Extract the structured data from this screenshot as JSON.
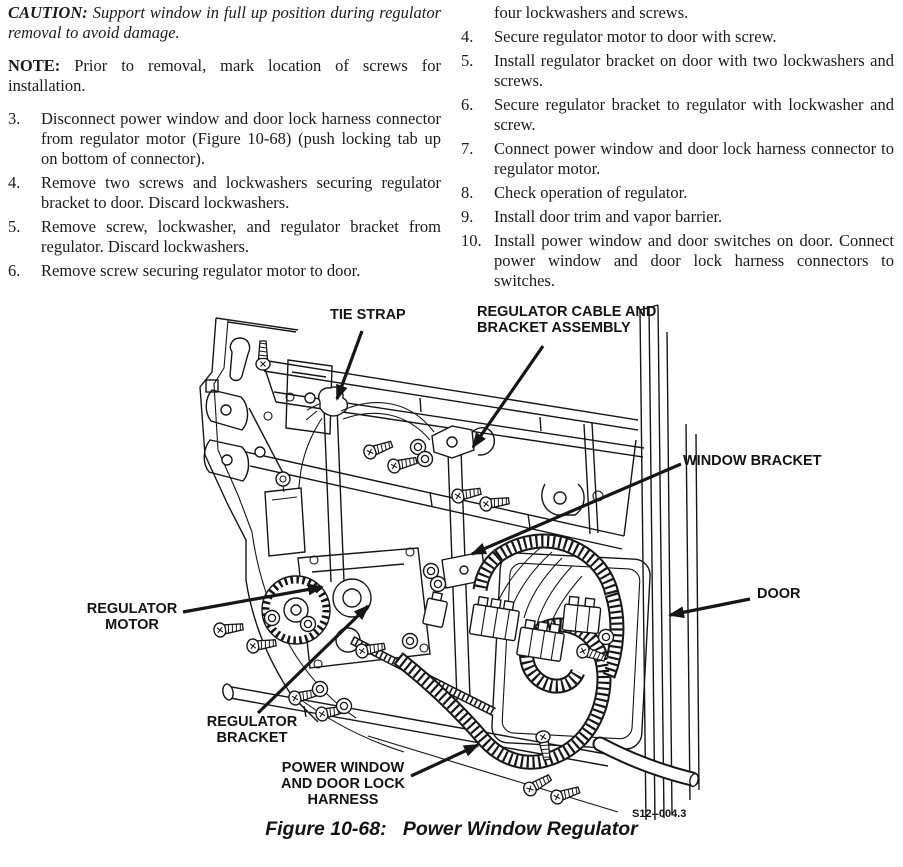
{
  "colors": {
    "ink": "#1b1b1b",
    "background": "#ffffff"
  },
  "left_column": {
    "caution_label": "CAUTION:",
    "caution_text": "Support window in full up position during regulator removal to avoid damage.",
    "note_label": "NOTE:",
    "note_text": "Prior to removal, mark location of screws for installation.",
    "steps": [
      {
        "num": "3.",
        "text": "Disconnect power window and door lock harness connector from regulator motor (Figure 10-68) (push locking tab up on bottom of connector)."
      },
      {
        "num": "4.",
        "text": "Remove two screws and lockwashers securing regulator bracket to door. Discard lockwashers."
      },
      {
        "num": "5.",
        "text": "Remove screw, lockwasher, and regulator bracket from regulator. Discard lockwashers."
      },
      {
        "num": "6.",
        "text": "Remove screw securing regulator motor to door."
      }
    ]
  },
  "right_column": {
    "continuation": "four lockwashers and screws.",
    "steps": [
      {
        "num": "4.",
        "text": "Secure regulator motor to door with screw."
      },
      {
        "num": "5.",
        "text": "Install regulator bracket on door with two lockwashers and screws."
      },
      {
        "num": "6.",
        "text": "Secure regulator bracket to regulator with lockwasher and screw."
      },
      {
        "num": "7.",
        "text": "Connect power window and door lock harness connector to regulator motor."
      },
      {
        "num": "8.",
        "text": "Check operation of regulator."
      },
      {
        "num": "9.",
        "text": "Install door trim and vapor barrier."
      },
      {
        "num": "10.",
        "text": "Install power window and door switches on door. Connect power window and door lock harness connectors to switches."
      }
    ]
  },
  "figure": {
    "labels": {
      "tie_strap": "TIE STRAP",
      "regulator_cable": [
        "REGULATOR CABLE AND",
        "BRACKET ASSEMBLY"
      ],
      "window_bracket": "WINDOW BRACKET",
      "door": "DOOR",
      "regulator_motor": [
        "REGULATOR",
        "MOTOR"
      ],
      "regulator_bracket": [
        "REGULATOR",
        "BRACKET"
      ],
      "harness": [
        "POWER WINDOW",
        "AND DOOR LOCK",
        "HARNESS"
      ]
    },
    "part_number": "S12--004.3",
    "caption": "Figure 10-68:   Power Window Regulator"
  }
}
